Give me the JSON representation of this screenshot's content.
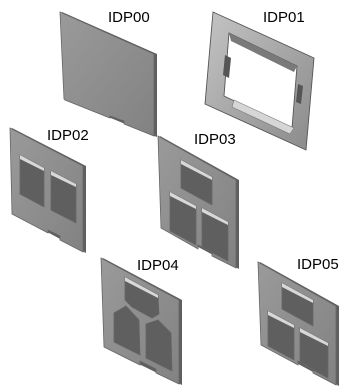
{
  "panels": [
    {
      "id": "IDP00",
      "label": "IDP00"
    },
    {
      "id": "IDP01",
      "label": "IDP01"
    },
    {
      "id": "IDP02",
      "label": "IDP02"
    },
    {
      "id": "IDP03",
      "label": "IDP03"
    },
    {
      "id": "IDP04",
      "label": "IDP04"
    },
    {
      "id": "IDP05",
      "label": "IDP05"
    }
  ],
  "colors": {
    "face": "#8f8f8f",
    "edge": "#5f5f5f",
    "frame_light": "#bdbdbd",
    "frame_dark": "#6e6e6e",
    "label": "#000000"
  }
}
